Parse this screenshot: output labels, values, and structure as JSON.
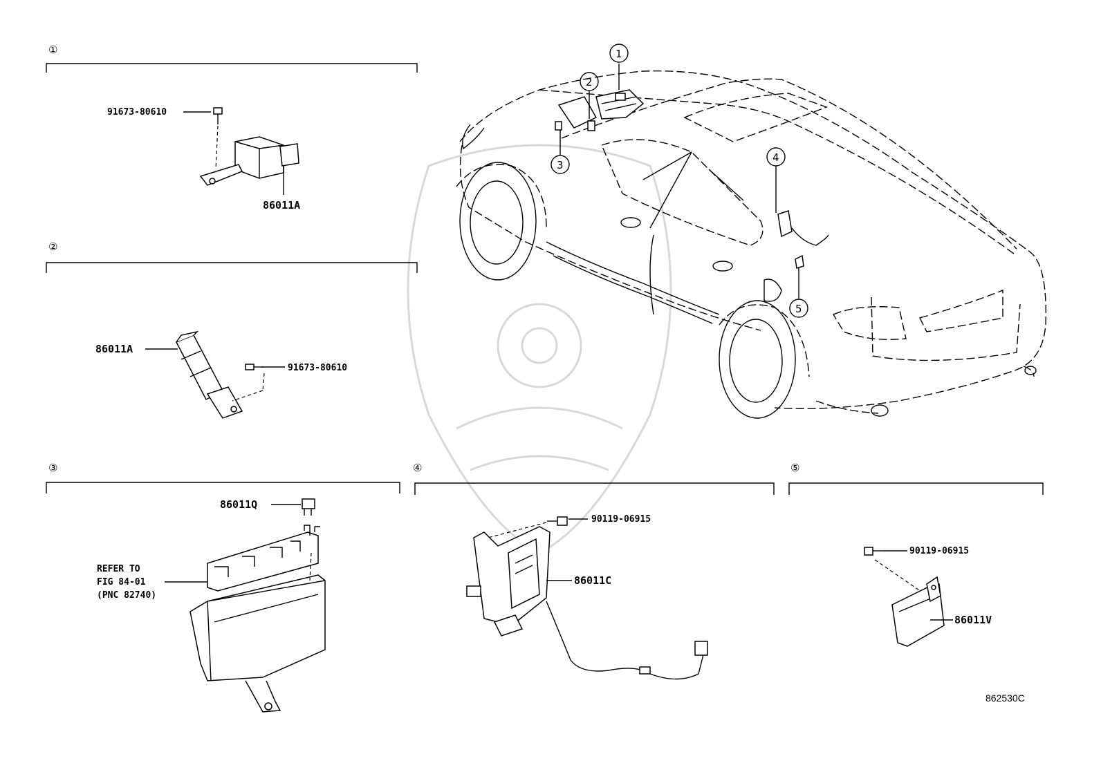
{
  "sections": [
    {
      "number": "①",
      "parts": [
        "91673-80610",
        "86011A"
      ]
    },
    {
      "number": "②",
      "parts": [
        "86011A",
        "91673-80610"
      ]
    },
    {
      "number": "③",
      "parts": [
        "86011Q"
      ],
      "note": [
        "REFER TO",
        "FIG 84-01",
        "(PNC 82740)"
      ]
    },
    {
      "number": "④",
      "parts": [
        "90119-06915",
        "86011C"
      ]
    },
    {
      "number": "⑤",
      "parts": [
        "90119-06915",
        "86011V"
      ]
    }
  ],
  "car_callouts": [
    "1",
    "2",
    "3",
    "4",
    "5"
  ],
  "figure_code": "862530C"
}
